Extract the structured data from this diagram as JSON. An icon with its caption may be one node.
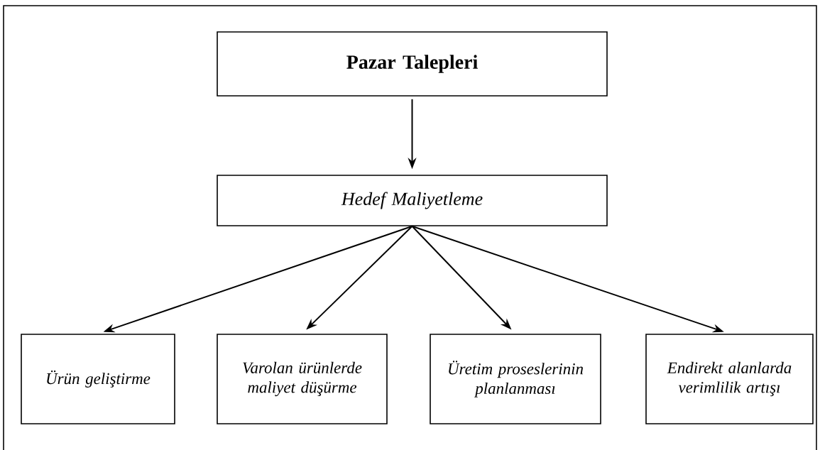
{
  "diagram": {
    "nodes": [
      {
        "text": [
          "Pazar Talepleri"
        ]
      },
      {
        "text": [
          "Hedef Maliyetleme"
        ]
      },
      {
        "text": [
          "Ürün geliştirme"
        ]
      },
      {
        "text": [
          "Varolan ürünlerde maliyet düşürme"
        ]
      },
      {
        "text": [
          "Üretim proseslerinin planlanması"
        ]
      },
      {
        "text": [
          "Endirekt alanlarda verimlilik artışı"
        ]
      }
    ],
    "edges": [
      {
        "from": 0,
        "to": 1,
        "arrow": "to"
      },
      {
        "from": 1,
        "to": 2,
        "arrow": "to"
      },
      {
        "from": 1,
        "to": 3,
        "arrow": "to"
      },
      {
        "from": 1,
        "to": 4,
        "arrow": "to"
      },
      {
        "from": 1,
        "to": 5,
        "arrow": "to"
      }
    ]
  }
}
